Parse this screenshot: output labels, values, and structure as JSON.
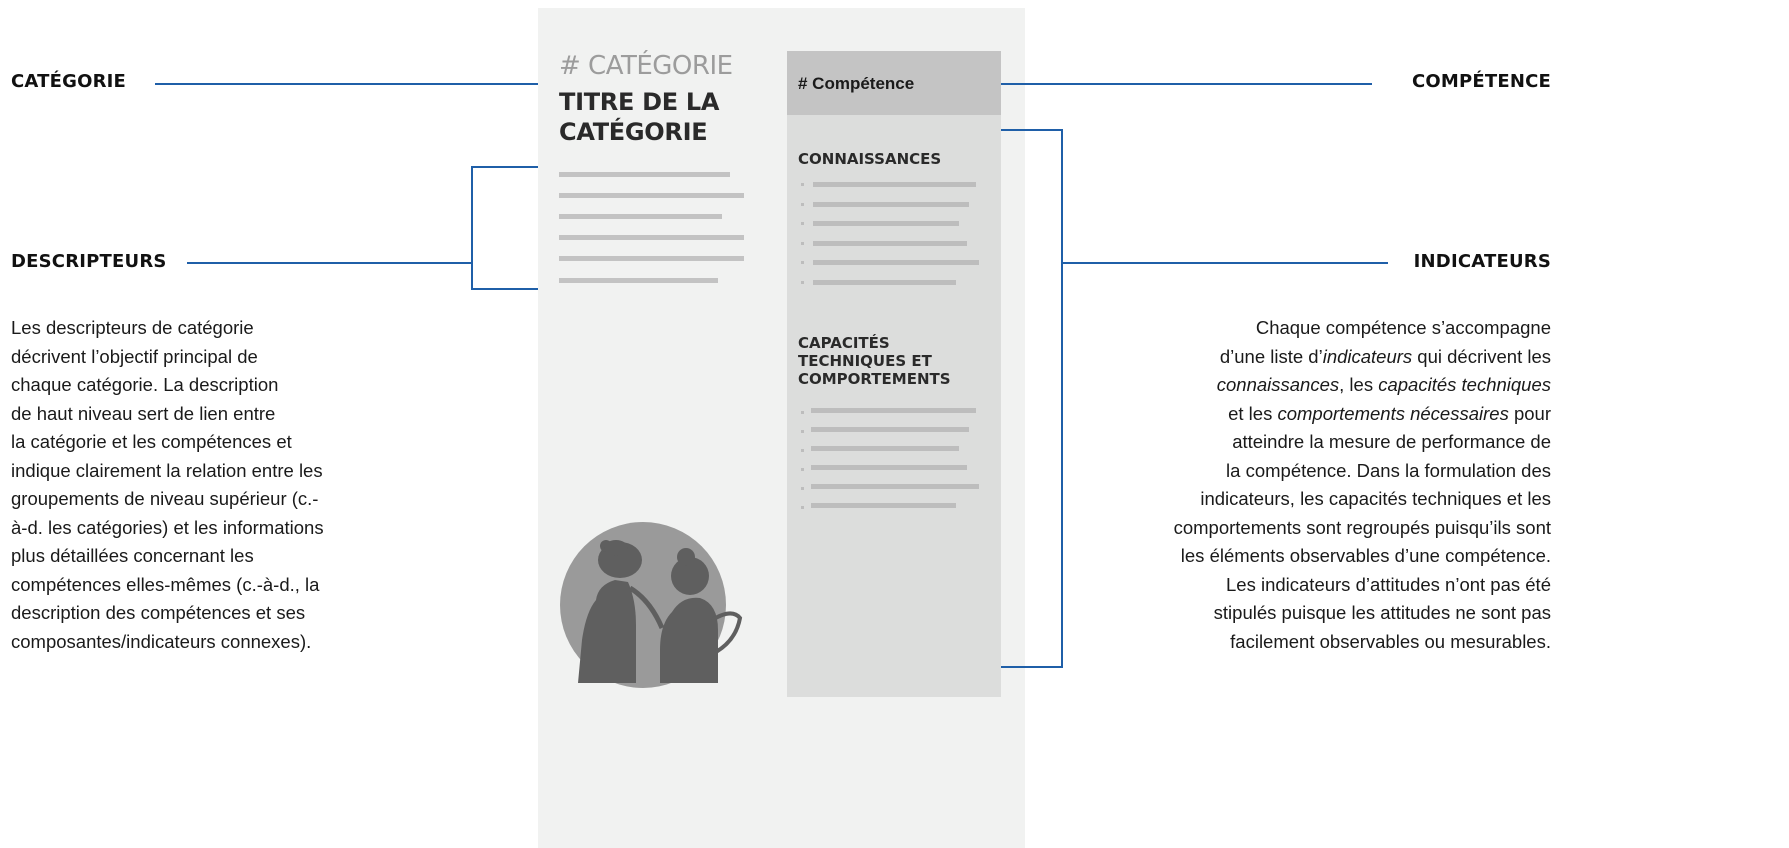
{
  "labels": {
    "categorie": "CATÉGORIE",
    "descripteurs": "DESCRIPTEURS",
    "competence": "COMPÉTENCE",
    "indicateurs": "INDICATEURS"
  },
  "document": {
    "category_hash": "# CATÉGORIE",
    "category_title": "TITRE DE LA CATÉGORIE",
    "competence_header": "# Compétence",
    "section_knowledge": "CONNAISSANCES",
    "section_skills": "CAPACITÉS TECHNIQUES ET COMPORTEMENTS"
  },
  "left_text": {
    "lines": [
      "Les descripteurs de catégorie",
      "décrivent l’objectif principal de",
      "chaque catégorie. La description",
      "de haut niveau sert de lien entre",
      "la catégorie et les compétences et",
      "indique clairement la relation entre les",
      "groupements de niveau supérieur (c.-",
      "à-d. les catégories) et les informations",
      "plus détaillées concernant les",
      "compétences elles-mêmes (c.-à-d., la",
      "description des compétences et ses",
      "composantes/indicateurs connexes)."
    ]
  },
  "right_text": {
    "l1": "Chaque compétence s’accompagne",
    "l2a": "d’une liste d’",
    "l2b": "indicateurs",
    "l2c": " qui décrivent les",
    "l3a": "connaissances",
    "l3b": ", les ",
    "l3c": "capacités techniques",
    "l4a": "et les ",
    "l4b": "comportements nécessaires",
    "l4c": " pour",
    "l5": "atteindre la mesure de performance de",
    "l6": "la compétence. Dans la formulation des",
    "l7": "indicateurs, les capacités techniques et les",
    "l8": "comportements sont regroupés puisqu’ils sont",
    "l9": "les éléments observables d’une compétence.",
    "l10": "Les indicateurs d’attitudes n’ont pas été",
    "l11": "stipulés puisque les attitudes ne sont pas",
    "l12": "facilement observables ou mesurables."
  },
  "colors": {
    "connector": "#1f5fa8",
    "panel": "#f1f2f1",
    "column": "#dcdddc",
    "column_header": "#c4c4c4",
    "placeholder_line": "#c3c3c3",
    "figure": "#5f5f5f",
    "circle": "#9a9a9a"
  },
  "illustration": {
    "icon": "two-people-icon"
  }
}
